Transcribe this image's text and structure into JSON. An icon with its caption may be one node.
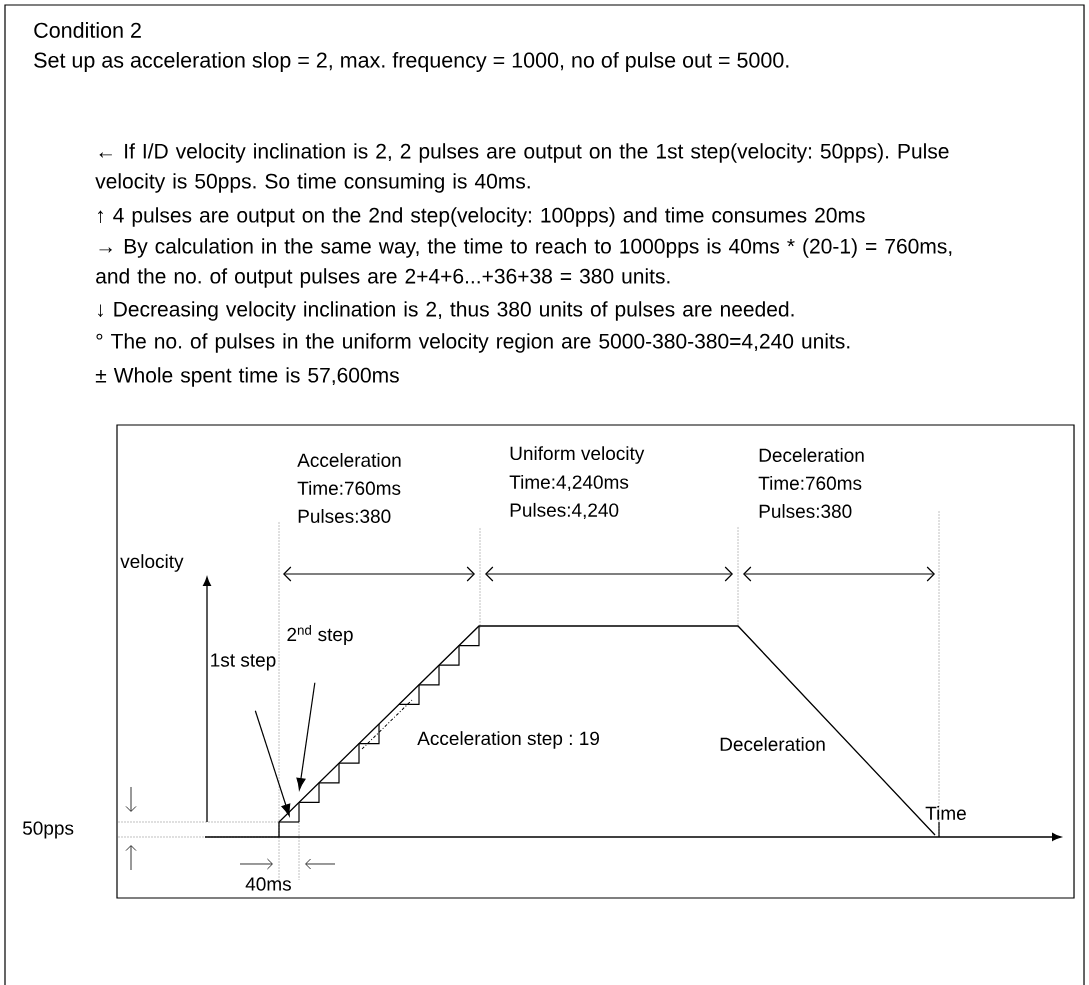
{
  "diagram": {
    "title": "Condition 2",
    "nodes": [
      {
        "text": [
          "1st step"
        ]
      },
      {
        "text": [
          "2$^{nd}$ step"
        ]
      }
    ],
    "edges": [
      {
        "from": 0,
        "to": null,
        "arrow": "to"
      },
      {
        "from": 1,
        "to": null,
        "arrow": "to"
      }
    ],
    "labels": [
      "Set up as acceleration slop = 2, max. frequency = 1000, no of pulse out = 5000.",
      "← If I/D velocity inclination is 2, 2 pulses are output on the 1st step(velocity: 50pps). Pulse velocity is 50pps. So time consuming is 40ms.",
      "↑ 4 pulses are output on the 2nd step(velocity: 100pps) and time consumes 20ms",
      "→ By calculation in the same way, the time to reach to 1000pps is 40ms * (20-1) = 760ms, and the no. of output pulses are 2+4+6...+36+38 = 380 units.",
      "↓ Decreasing velocity inclination is 2, thus 380 units of pulses are needed.",
      "° The no. of pulses in the uniform velocity region are 5000-380-380=4,240 units.",
      "± Whole spent time is 57,600ms",
      "velocity",
      "Acceleration",
      "Time:760ms",
      "Pulses:380",
      "Uniform velocity",
      "Time:4,240ms",
      "Pulses:4,240",
      "Deceleration",
      "Time:760ms",
      "Pulses:380",
      "Acceleration step : 19",
      "Deceleration",
      "Time",
      "50pps",
      "40ms"
    ]
  }
}
